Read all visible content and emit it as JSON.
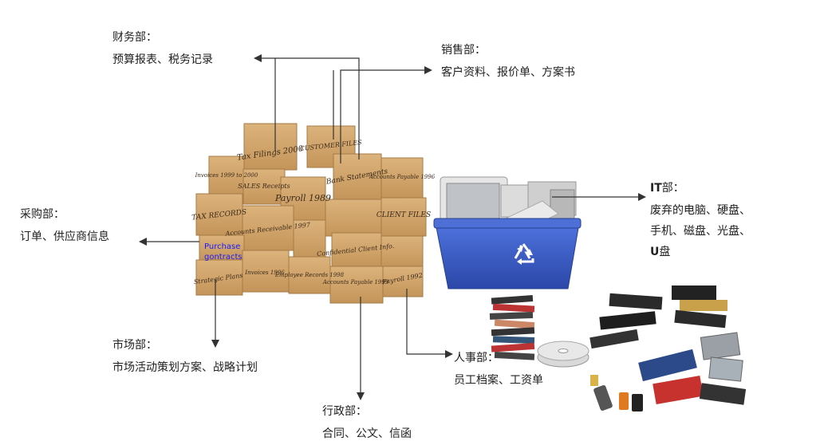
{
  "departments": {
    "finance": {
      "title": "财务部：",
      "desc": "预算报表、税务记录"
    },
    "sales": {
      "title": "销售部：",
      "desc": "客户资料、报价单、方案书"
    },
    "it": {
      "title_bold": "IT",
      "title_rest": "部：",
      "line1": "废弃的电脑、硬盘、",
      "line2": "手机、磁盘、光盘、",
      "line3_bold": "U",
      "line3_rest": "盘"
    },
    "procurement": {
      "title": "采购部：",
      "desc": "订单、供应商信息"
    },
    "marketing": {
      "title": "市场部：",
      "desc": "市场活动策划方案、战略计划"
    },
    "hr": {
      "title": "人事部：",
      "desc": "员工档案、工资单"
    },
    "admin": {
      "title": "行政部：",
      "desc": "合同、公文、信函"
    }
  },
  "box_labels": {
    "tax_filings": "Tax Filings 2000",
    "customer_files": "CUSTOMER FILES",
    "invoices_top": "Invoices 1999 to 2000",
    "sales_receipts": "SALES Receipts",
    "payroll_1989": "Payroll 1989",
    "bank_statements": "Bank Statements",
    "accounts_payable_1996": "Accounts Payable 1996",
    "tax_records": "TAX RECORDS",
    "accounts_receivable": "Accounts Receivable 1997",
    "client_files": "CLIENT FILES",
    "purchase_contracts_1": "Purchase",
    "purchase_contracts_2": "gontracts",
    "confidential": "Confidential Client Info.",
    "strategic_plans": "Strategic Plans",
    "invoices_1996": "Invoices 1996",
    "employee_records": "Employee Records 1998",
    "accounts_payable_1999": "Accounts Payable 1999",
    "payroll_1992": "Payroll 1992"
  },
  "colors": {
    "arrow": "#333333",
    "cardboard": "#d2a66c",
    "cardboard_dark": "#b98a52",
    "bin_blue": "#3a5cc8",
    "purchase_text": "#1a1aff"
  },
  "icons": {
    "bin": "recycle-icon"
  }
}
